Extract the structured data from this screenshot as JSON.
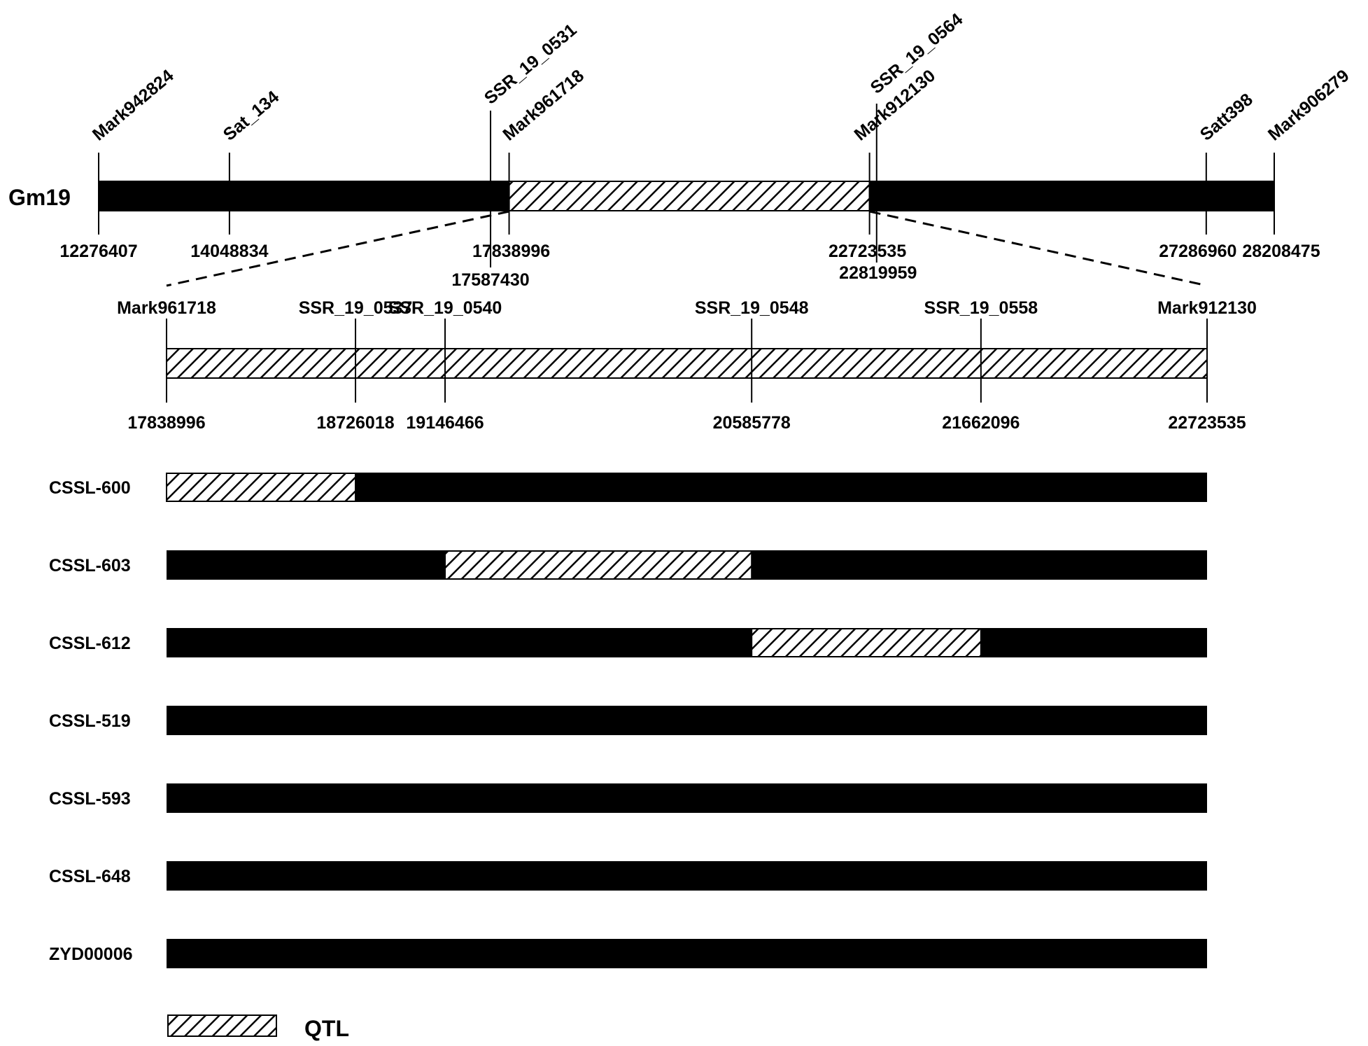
{
  "colors": {
    "background": "#ffffff",
    "ink": "#000000"
  },
  "chromosome": {
    "name": "Gm19",
    "start": 12276407,
    "end": 28208475,
    "qtl_region": [
      17838996,
      22723535
    ],
    "markers": [
      {
        "name": "Mark942824",
        "pos": 12276407,
        "pos_label": "12276407"
      },
      {
        "name": "Sat_134",
        "pos": 14048834,
        "pos_label": "14048834"
      },
      {
        "name": "SSR_19_0531",
        "pos": 17587430,
        "pos_label": "17587430"
      },
      {
        "name": "Mark961718",
        "pos": 17838996,
        "pos_label": "17838996"
      },
      {
        "name": "Mark912130",
        "pos": 22723535,
        "pos_label": "22723535"
      },
      {
        "name": "SSR_19_0564",
        "pos": 22819959,
        "pos_label": "22819959"
      },
      {
        "name": "Satt398",
        "pos": 27286960,
        "pos_label": "27286960"
      },
      {
        "name": "Mark906279",
        "pos": 28208475,
        "pos_label": "28208475"
      }
    ]
  },
  "zoom": {
    "start": 17838996,
    "end": 22723535,
    "markers": [
      {
        "name": "Mark961718",
        "pos": 17838996,
        "pos_label": "17838996"
      },
      {
        "name": "SSR_19_0537",
        "pos": 18726018,
        "pos_label": "18726018"
      },
      {
        "name": "SSR_19_0540",
        "pos": 19146466,
        "pos_label": "19146466"
      },
      {
        "name": "SSR_19_0548",
        "pos": 20585778,
        "pos_label": "20585778"
      },
      {
        "name": "SSR_19_0558",
        "pos": 21662096,
        "pos_label": "21662096"
      },
      {
        "name": "Mark912130",
        "pos": 22723535,
        "pos_label": "22723535"
      }
    ]
  },
  "lines": [
    {
      "name": "CSSL-600",
      "segment": [
        17838996,
        18726018
      ]
    },
    {
      "name": "CSSL-603",
      "segment": [
        19146466,
        20585778
      ]
    },
    {
      "name": "CSSL-612",
      "segment": [
        20585778,
        21662096
      ]
    },
    {
      "name": "CSSL-519",
      "segment": null
    },
    {
      "name": "CSSL-593",
      "segment": null
    },
    {
      "name": "CSSL-648",
      "segment": null
    },
    {
      "name": "ZYD00006",
      "segment": null
    }
  ],
  "legend": {
    "label": "QTL"
  }
}
